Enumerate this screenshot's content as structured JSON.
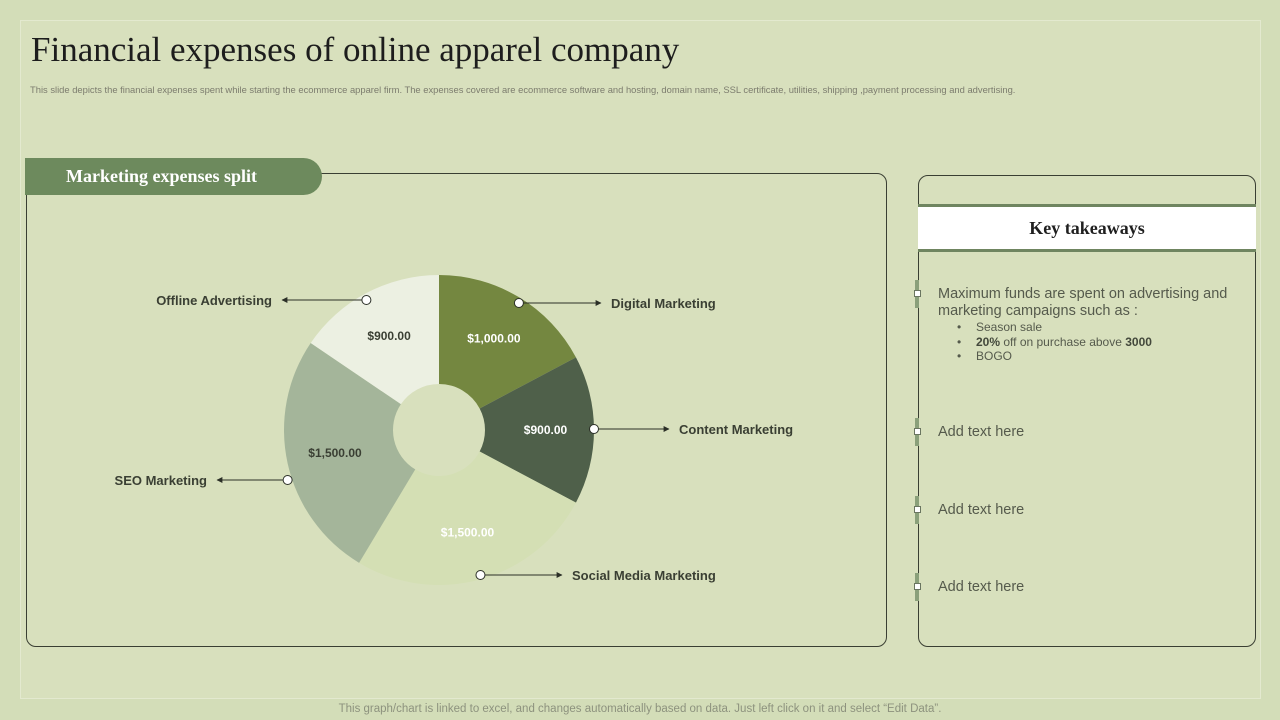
{
  "slide": {
    "title": "Financial expenses of online apparel company",
    "subtitle": "This slide depicts the financial expenses spent while starting the ecommerce apparel firm. The expenses covered are ecommerce software and hosting, domain name, SSL certificate, utilities, shipping ,payment processing and advertising.",
    "footer": "This graph/chart is linked to excel, and changes automatically based on data. Just left click on it and select “Edit Data”."
  },
  "panel": {
    "tab_label": "Marketing expenses split"
  },
  "chart_data": {
    "type": "pie",
    "variant": "donut",
    "title": "Marketing expenses split",
    "slices": [
      {
        "label": "Digital Marketing",
        "value": 1000,
        "value_label": "$1,000.00",
        "color": "#748740"
      },
      {
        "label": "Content Marketing",
        "value": 900,
        "value_label": "$900.00",
        "color": "#4f604a"
      },
      {
        "label": "Social Media Marketing",
        "value": 1500,
        "value_label": "$1,500.00",
        "color": "#d4dfb4"
      },
      {
        "label": "SEO Marketing",
        "value": 1500,
        "value_label": "$1,500.00",
        "color": "#a4b59a"
      },
      {
        "label": "Offline Advertising",
        "value": 900,
        "value_label": "$900.00",
        "color": "#ecf0e2"
      }
    ],
    "legend": "callouts"
  },
  "takeaways": {
    "header": "Key takeaways",
    "main_text": "Maximum funds are spent on advertising and marketing campaigns such as :",
    "bullets": [
      {
        "bold": "",
        "text": "Season sale",
        "bold2": ""
      },
      {
        "bold": "20%",
        "text": " off on purchase above ",
        "bold2": "3000"
      },
      {
        "bold": "",
        "text": "BOGO",
        "bold2": ""
      }
    ],
    "placeholders": [
      "Add text here",
      "Add text here",
      "Add text here"
    ]
  }
}
